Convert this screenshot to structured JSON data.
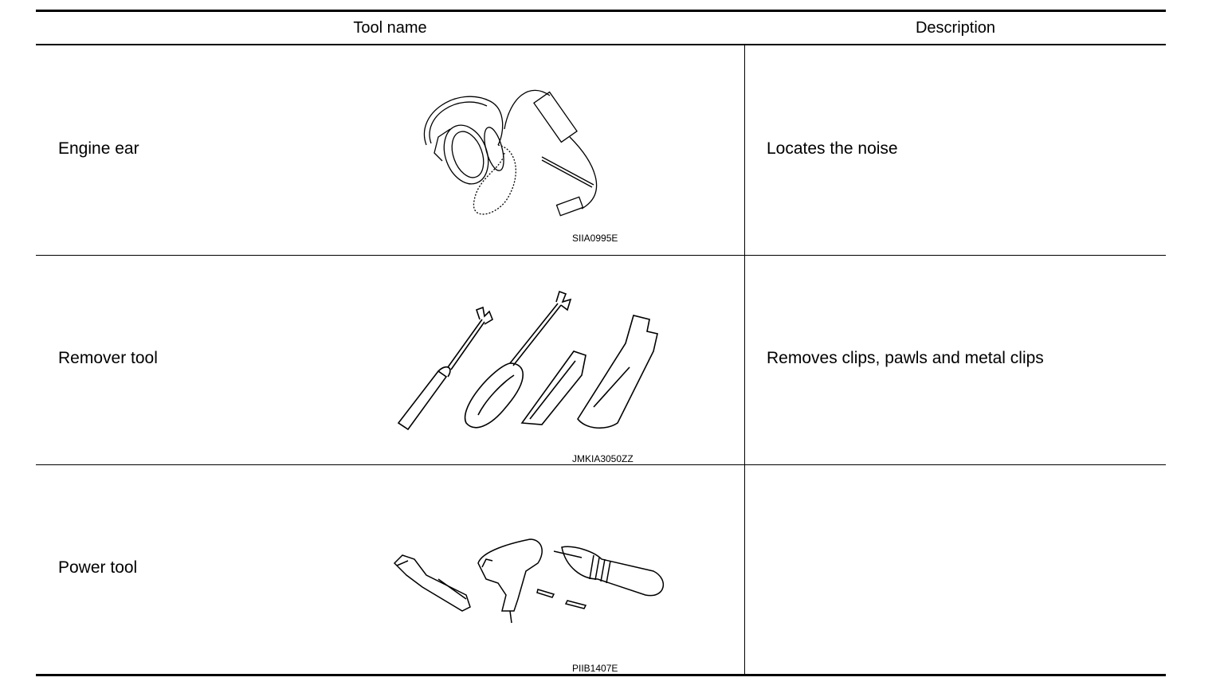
{
  "table": {
    "headers": {
      "tool_name": "Tool name",
      "description": "Description"
    },
    "rows": [
      {
        "name": "Engine ear",
        "description": "Locates the noise",
        "figure_code": "SIIA0995E",
        "figure_icon": "engine-ear-headphones-icon"
      },
      {
        "name": "Remover tool",
        "description": "Removes clips, pawls and metal clips",
        "figure_code": "JMKIA3050ZZ",
        "figure_icon": "clip-remover-tools-icon"
      },
      {
        "name": "Power tool",
        "description": "",
        "figure_code": "PIIB1407E",
        "figure_icon": "power-tools-icon"
      }
    ]
  }
}
